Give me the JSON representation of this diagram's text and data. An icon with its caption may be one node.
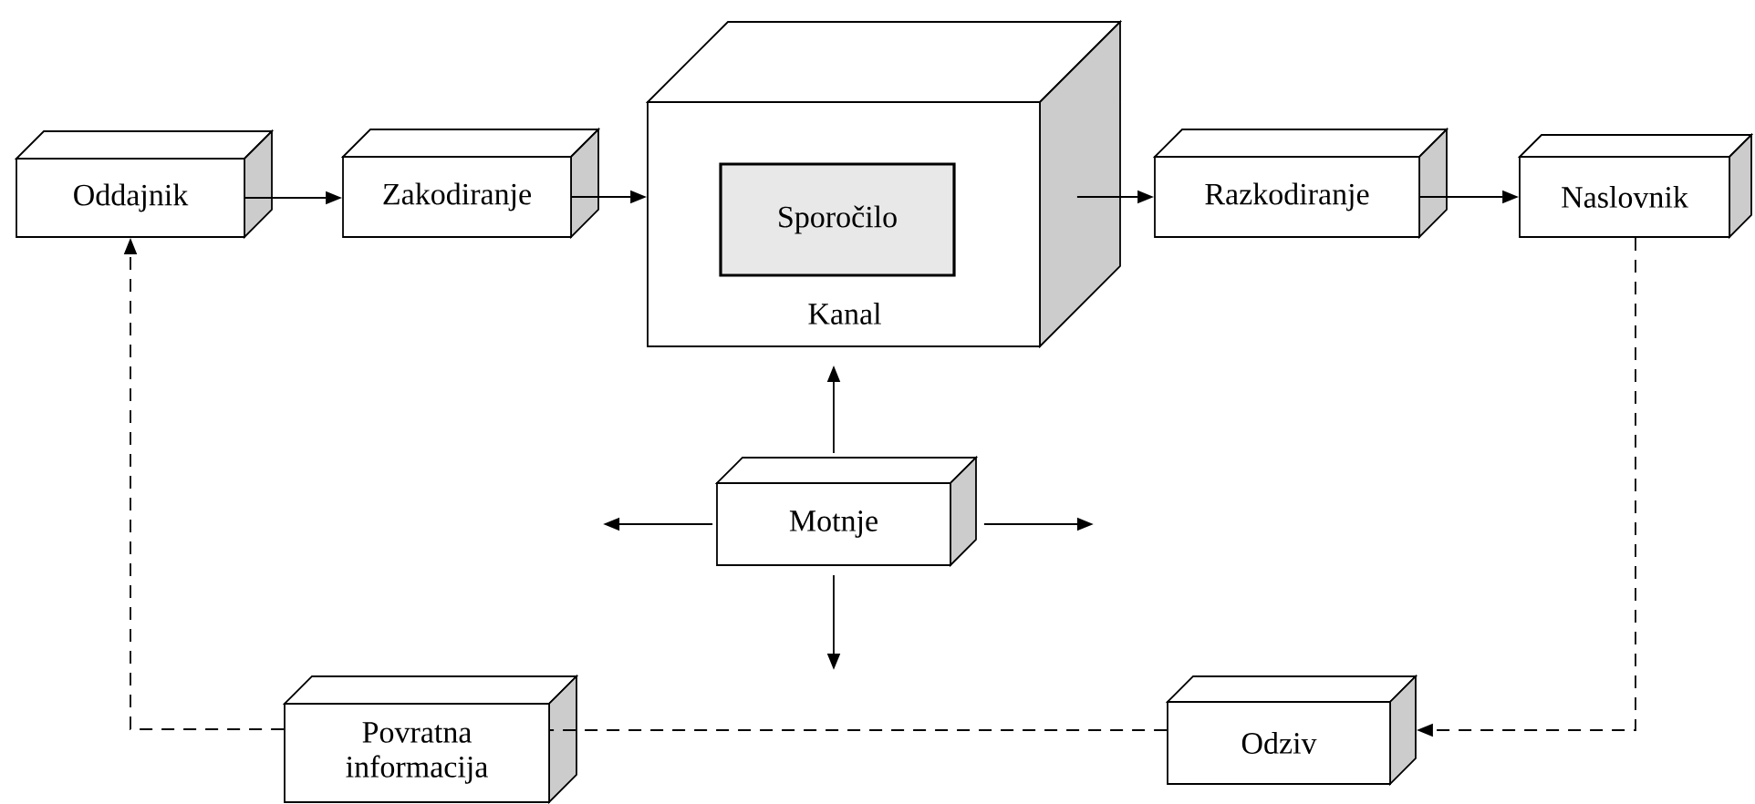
{
  "diagram": {
    "nodes": [
      {
        "text": [
          "Oddajnik"
        ]
      },
      {
        "text": [
          "Zakodiranje"
        ]
      },
      {
        "text": [
          "Kanal"
        ]
      },
      {
        "text": [
          "Sporočilo"
        ],
        "in": 2
      },
      {
        "text": [
          "Razkodiranje"
        ]
      },
      {
        "text": [
          "Naslovnik"
        ]
      },
      {
        "text": [
          "Motnje"
        ]
      },
      {
        "text": [
          "Povratna informacija"
        ]
      },
      {
        "text": [
          "Odziv"
        ]
      }
    ],
    "edges": [
      {
        "from": 0,
        "to": 1,
        "arrow": "to"
      },
      {
        "from": 1,
        "to": 2,
        "arrow": "to"
      },
      {
        "from": 2,
        "to": 4,
        "arrow": "to"
      },
      {
        "from": 4,
        "to": 5,
        "arrow": "to"
      },
      {
        "from": 6,
        "to": 2,
        "arrow": "to"
      },
      {
        "from": 6,
        "to": null,
        "arrow": "to"
      },
      {
        "from": 6,
        "to": null,
        "arrow": "to"
      },
      {
        "from": 6,
        "to": null,
        "arrow": "to"
      },
      {
        "from": 5,
        "to": 8,
        "arrow": "to",
        "style": "dashed"
      },
      {
        "from": 8,
        "to": 7,
        "arrow": "none",
        "style": "dashed"
      },
      {
        "from": 7,
        "to": 0,
        "arrow": "to",
        "style": "dashed"
      }
    ]
  }
}
